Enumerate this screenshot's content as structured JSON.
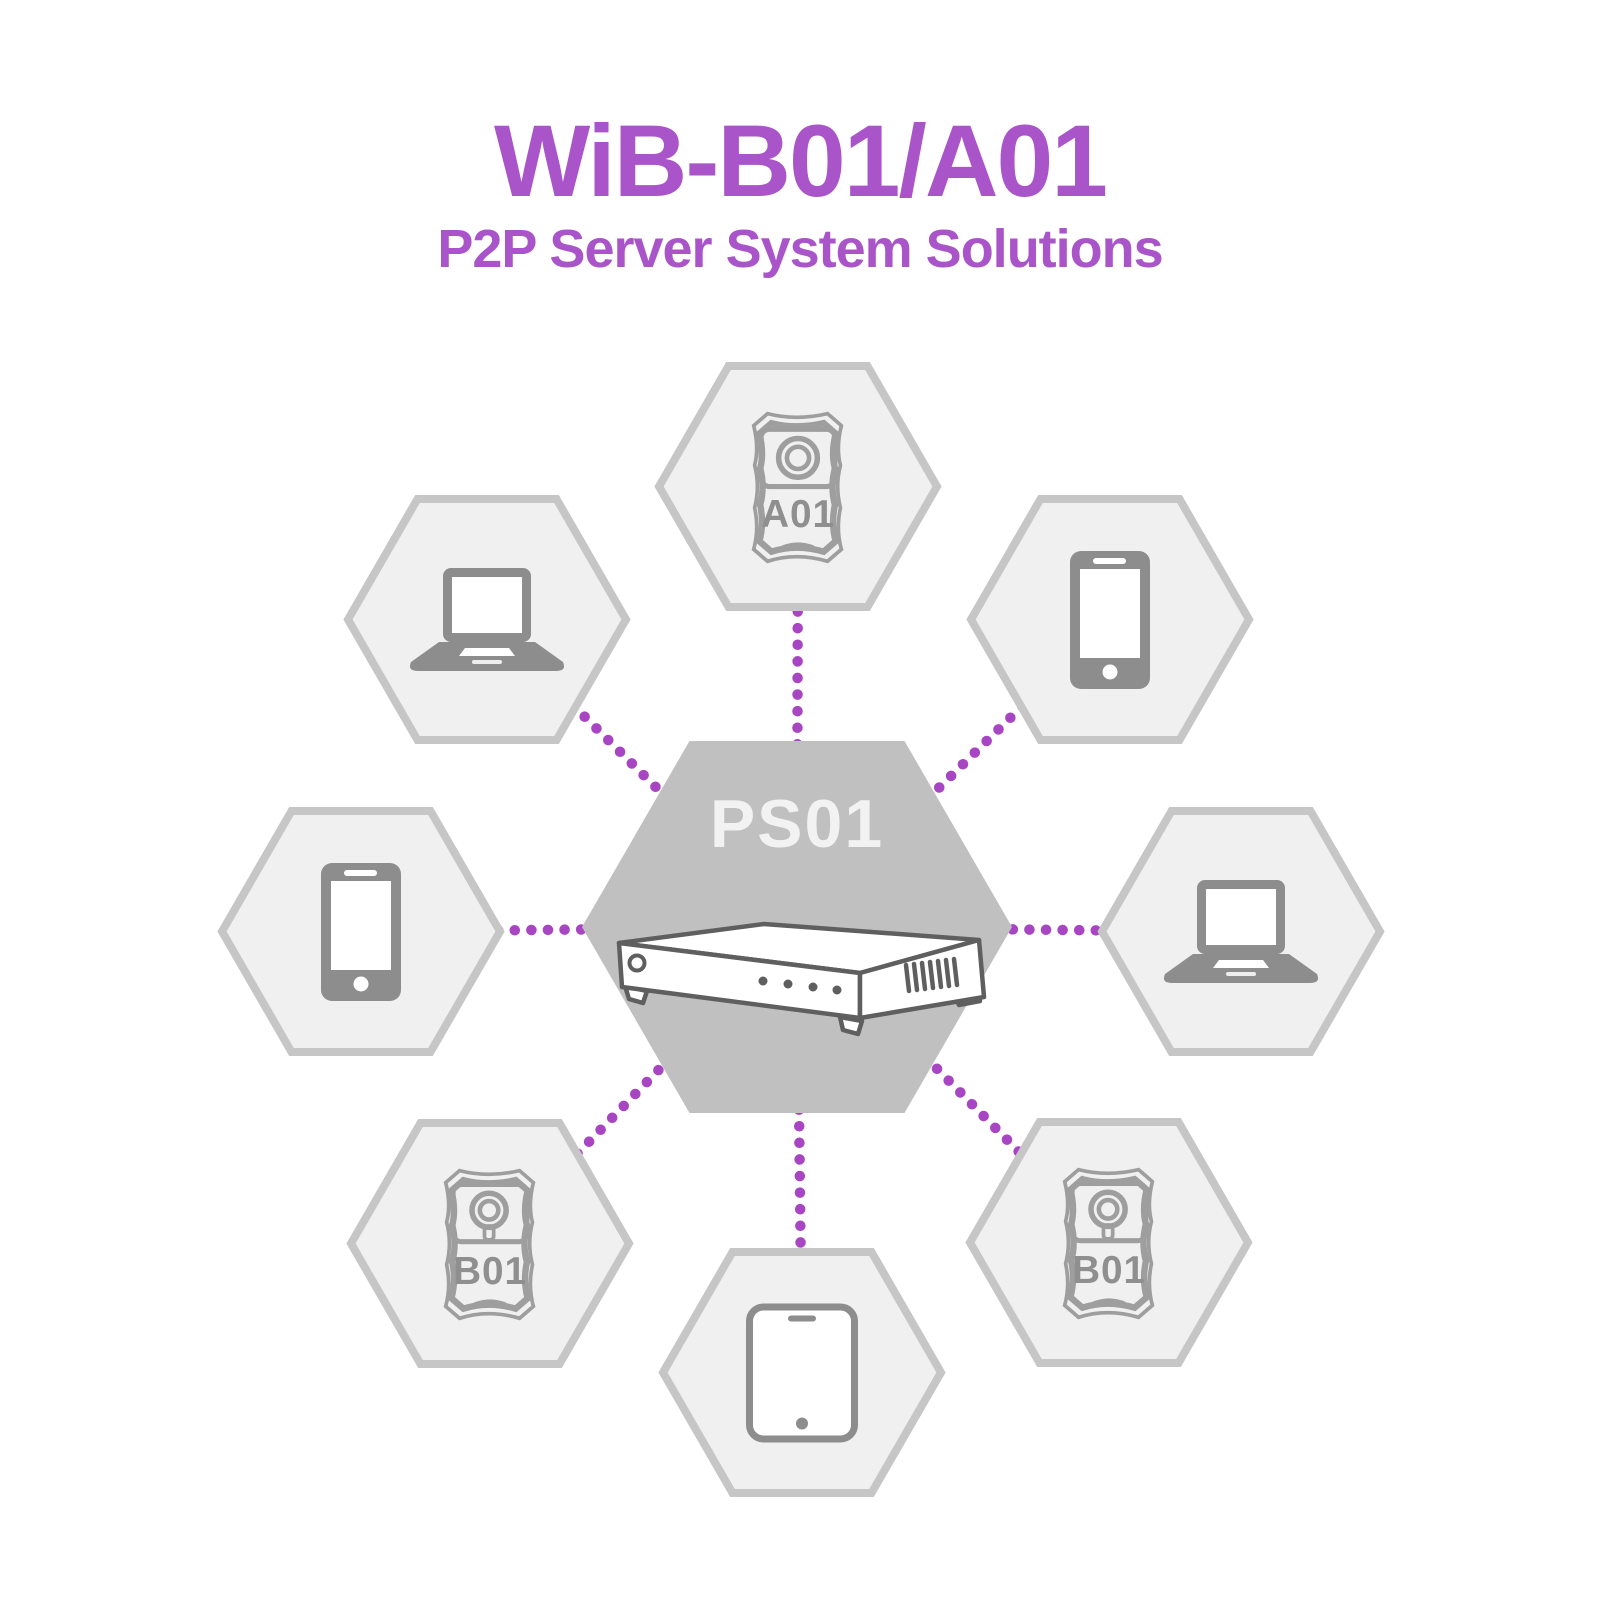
{
  "header": {
    "title": "WiB-B01/A01",
    "subtitle": "P2P Server System Solutions"
  },
  "hub": {
    "label": "PS01",
    "device": "p2p-server-box"
  },
  "nodes": [
    {
      "position": "top",
      "device": "body-camera",
      "label": "A01"
    },
    {
      "position": "top-right",
      "device": "smartphone"
    },
    {
      "position": "right",
      "device": "laptop"
    },
    {
      "position": "bottom-right",
      "device": "body-camera",
      "label": "B01"
    },
    {
      "position": "bottom",
      "device": "tablet"
    },
    {
      "position": "bottom-left",
      "device": "body-camera",
      "label": "B01"
    },
    {
      "position": "left",
      "device": "smartphone"
    },
    {
      "position": "top-left",
      "device": "laptop"
    }
  ],
  "colors": {
    "accent_purple": "#A954C9",
    "dot_purple": "#A845C2",
    "hub_gray": "#C0C0C0",
    "hub_label": "#F2F2F2",
    "hex_border": "#C6C6C6",
    "hex_fill": "#F0F0F0",
    "icon_gray": "#8D8D8D",
    "device_outline": "#9E9E9E",
    "device_label": "#8F8F8F",
    "server_line": "#5F5F5F"
  }
}
